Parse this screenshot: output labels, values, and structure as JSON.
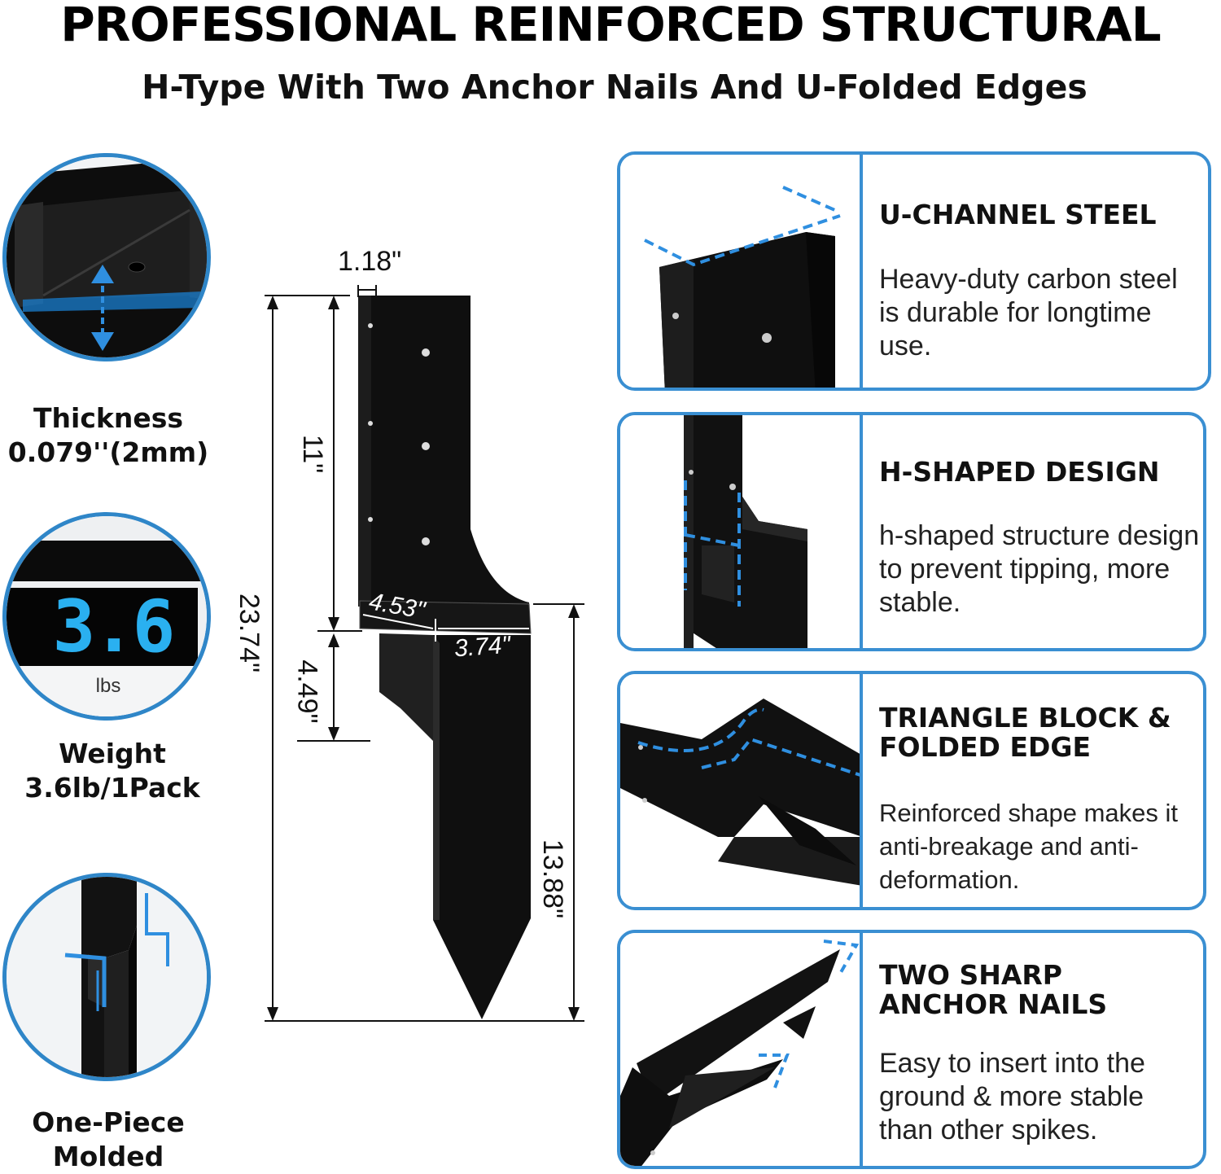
{
  "header": {
    "title": "PROFESSIONAL REINFORCED STRUCTURAL",
    "subtitle": "H-Type With Two Anchor Nails And U-Folded Edges"
  },
  "badges": [
    {
      "caption_line1": "Thickness",
      "caption_line2": "0.079''(2mm)"
    },
    {
      "display_value": "3.6",
      "unit": "lbs",
      "caption_line1": "Weight",
      "caption_line2": "3.6lb/1Pack"
    },
    {
      "caption_line1": "One-Piece",
      "caption_line2": "Molded"
    }
  ],
  "dimensions": {
    "width_top": "1.18\"",
    "upper_height": "11\"",
    "total_height": "23.74\"",
    "lower_block": "4.49\"",
    "spike_length": "13.88\"",
    "base_depth": "4.53\"",
    "base_width": "3.74\""
  },
  "features": [
    {
      "title_line1": "U-CHANNEL STEEL",
      "title_line2": "",
      "description": "Heavy-duty carbon steel is durable for longtime use."
    },
    {
      "title_line1": "H-SHAPED DESIGN",
      "title_line2": "",
      "description": "h-shaped structure design to prevent tipping, more stable."
    },
    {
      "title_line1": "TRIANGLE BLOCK &",
      "title_line2": "FOLDED EDGE",
      "description": "Reinforced shape makes it anti-breakage and anti-deformation."
    },
    {
      "title_line1": "TWO SHARP",
      "title_line2": "ANCHOR NAILS",
      "description": "Easy to insert into the ground & more stable than other spikes."
    }
  ],
  "colors": {
    "accent_blue": "#3a8fd2",
    "steel": "#111111",
    "highlight_cyan": "#2ab0f0"
  }
}
